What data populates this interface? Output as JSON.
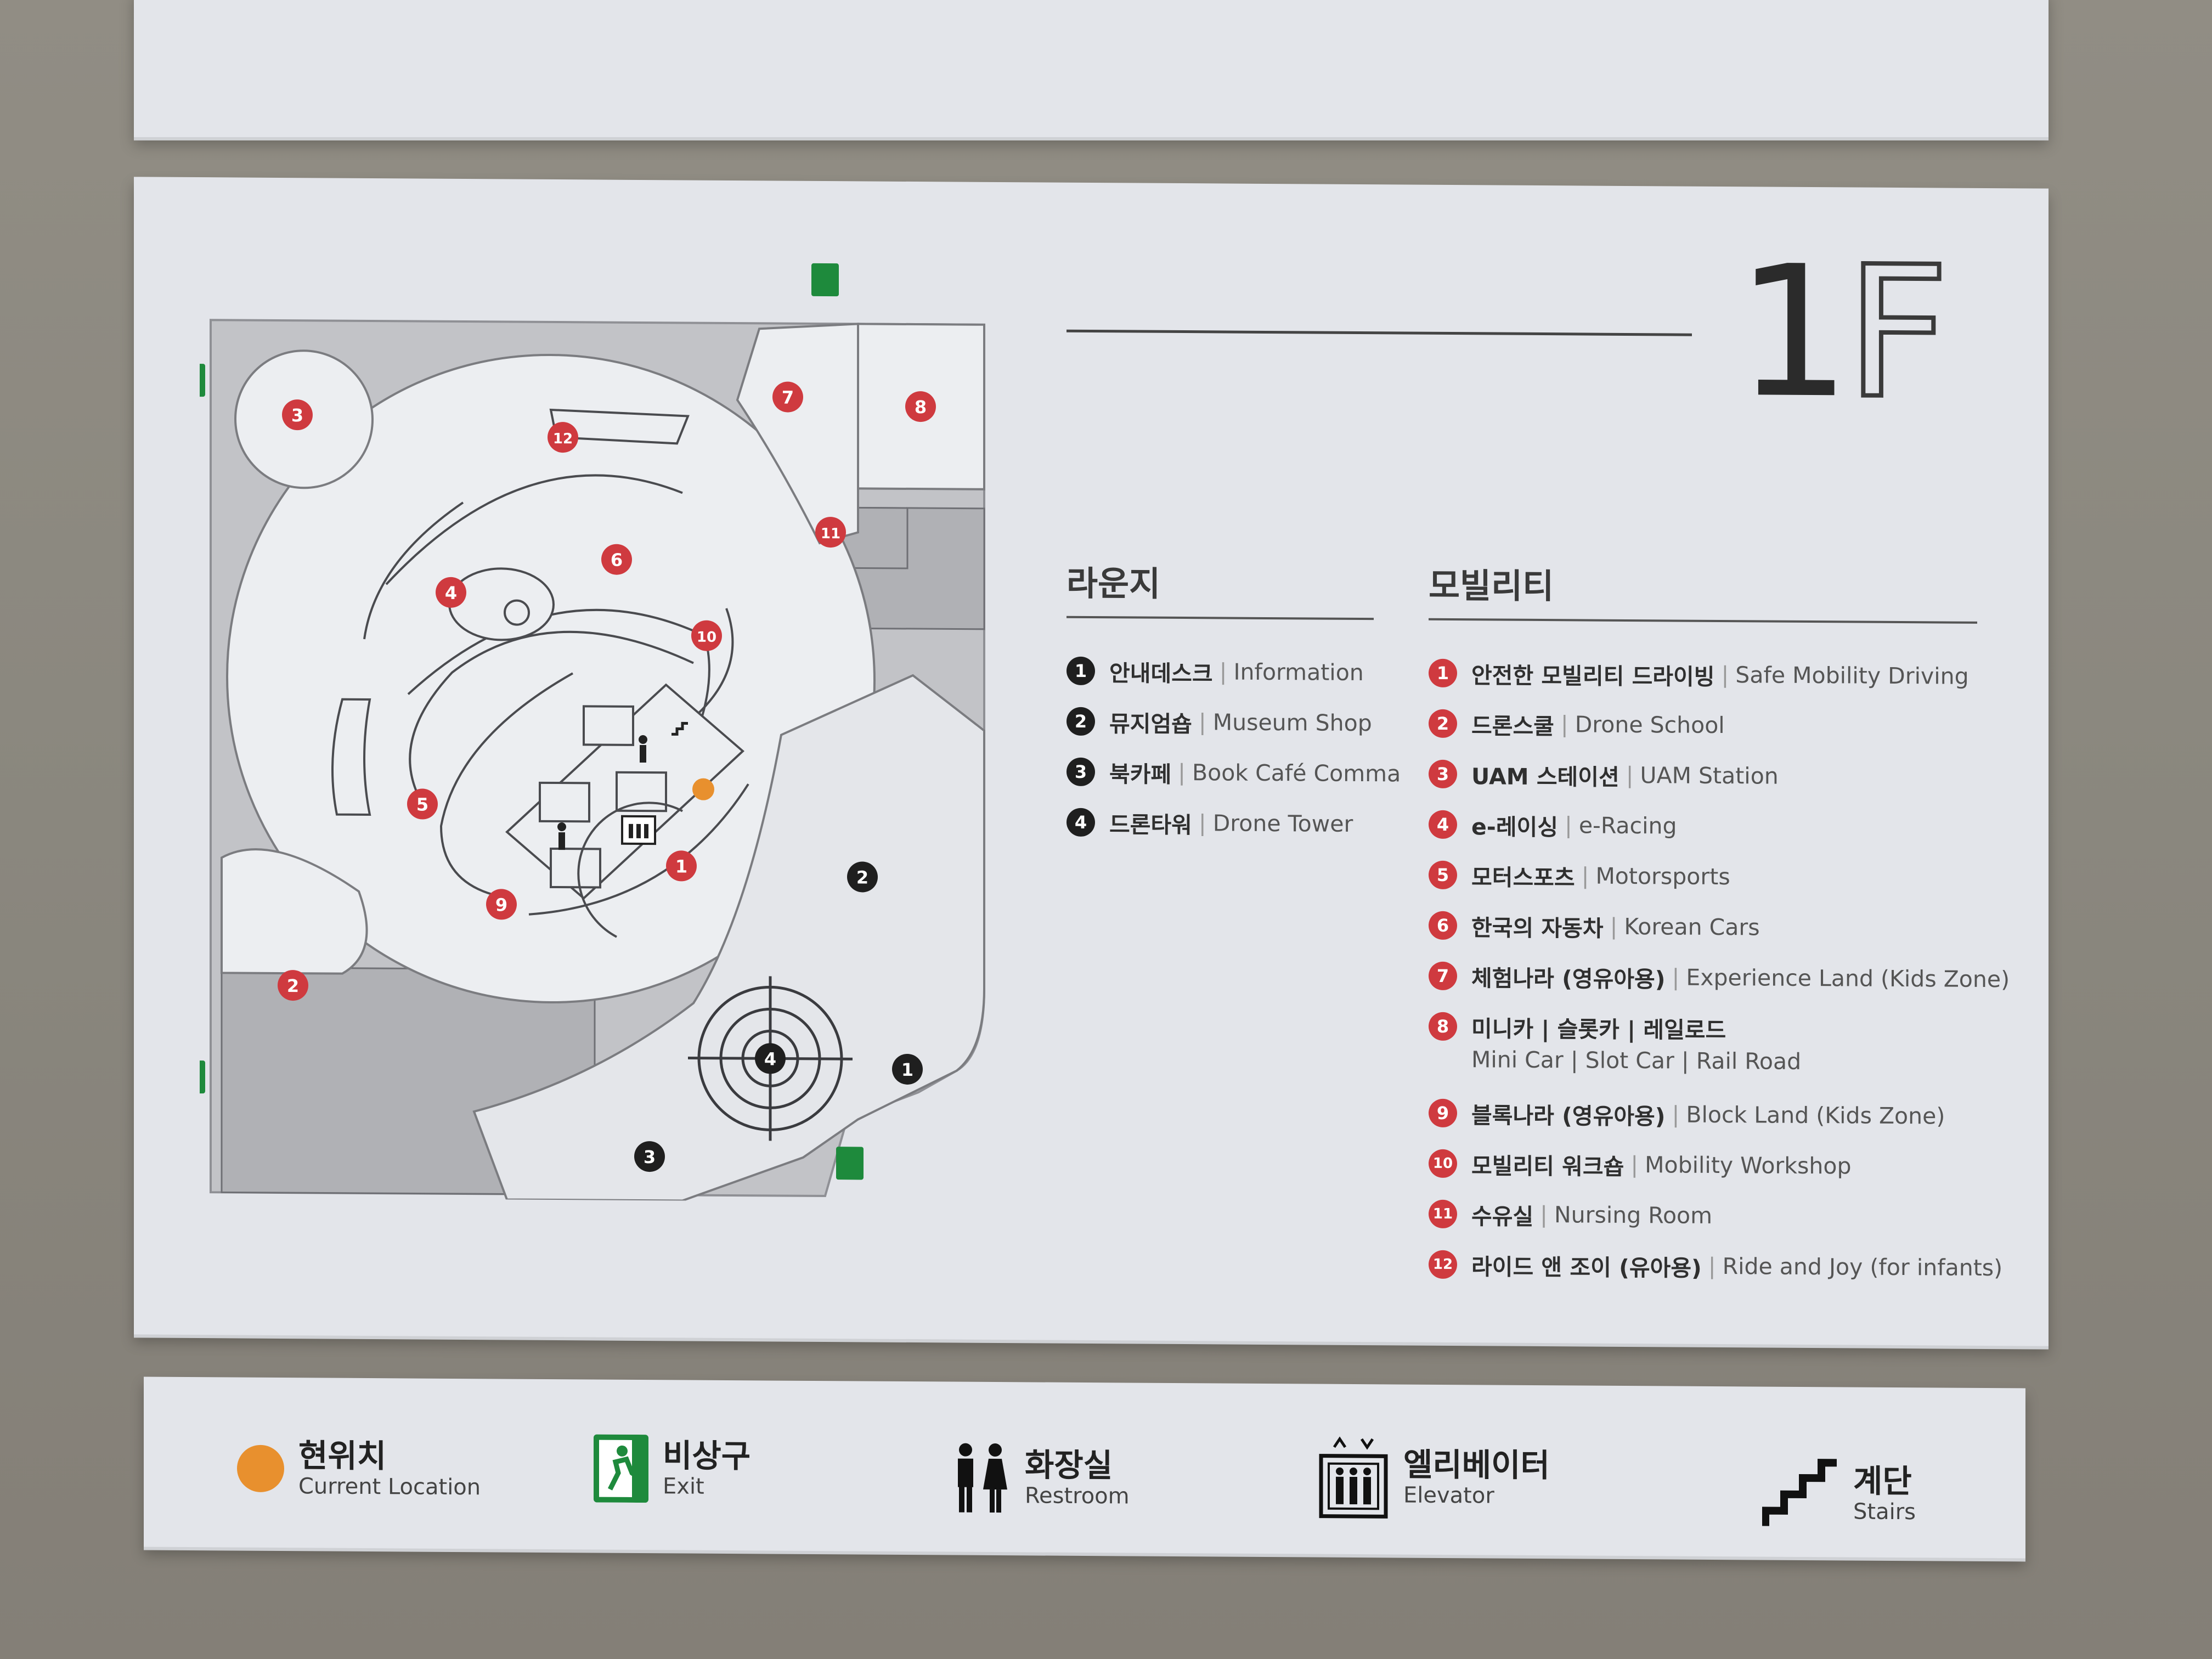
{
  "floor": {
    "number": "1",
    "letter": "F"
  },
  "lounge": {
    "title": "라운지",
    "items": [
      {
        "num": "1",
        "ko": "안내데스크",
        "en": "Information"
      },
      {
        "num": "2",
        "ko": "뮤지엄숍",
        "en": "Museum Shop"
      },
      {
        "num": "3",
        "ko": "북카페",
        "en": "Book Café Comma"
      },
      {
        "num": "4",
        "ko": "드론타워",
        "en": "Drone Tower"
      }
    ]
  },
  "mobility": {
    "title": "모빌리티",
    "items": [
      {
        "num": "1",
        "ko": "안전한 모빌리티 드라이빙",
        "en": "Safe Mobility Driving"
      },
      {
        "num": "2",
        "ko": "드론스쿨",
        "en": "Drone School"
      },
      {
        "num": "3",
        "ko": "UAM 스테이션",
        "en": "UAM Station"
      },
      {
        "num": "4",
        "ko": "e-레이싱",
        "en": "e-Racing"
      },
      {
        "num": "5",
        "ko": "모터스포츠",
        "en": "Motorsports"
      },
      {
        "num": "6",
        "ko": "한국의 자동차",
        "en": "Korean Cars"
      },
      {
        "num": "7",
        "ko": "체험나라 (영유아용)",
        "en": "Experience Land (Kids Zone)"
      },
      {
        "num": "8",
        "ko": "미니카 | 슬롯카 | 레일로드",
        "en": "",
        "sub": "Mini Car | Slot Car | Rail Road"
      },
      {
        "num": "9",
        "ko": "블록나라 (영유아용)",
        "en": "Block Land (Kids Zone)"
      },
      {
        "num": "10",
        "ko": "모빌리티 워크숍",
        "en": "Mobility Workshop"
      },
      {
        "num": "11",
        "ko": "수유실",
        "en": "Nursing Room"
      },
      {
        "num": "12",
        "ko": "라이드 앤 조이 (유아용)",
        "en": "Ride and Joy (for infants)"
      }
    ]
  },
  "legend": [
    {
      "icon": "current-location-dot",
      "ko": "현위치",
      "en": "Current Location"
    },
    {
      "icon": "exit-icon",
      "ko": "비상구",
      "en": "Exit"
    },
    {
      "icon": "restroom-icon",
      "ko": "화장실",
      "en": "Restroom"
    },
    {
      "icon": "elevator-icon",
      "ko": "엘리베이터",
      "en": "Elevator"
    },
    {
      "icon": "stairs-icon",
      "ko": "계단",
      "en": "Stairs"
    }
  ],
  "map_labels": {
    "dark": [
      "1",
      "2",
      "3",
      "4"
    ],
    "red": [
      "1",
      "2",
      "3",
      "4",
      "5",
      "6",
      "7",
      "8",
      "9",
      "10",
      "11",
      "12"
    ]
  },
  "colors": {
    "red_badge": "#cf3a3f",
    "dark_badge": "#1f1f1f",
    "current_location": "#e8902e",
    "exit_green": "#1e8a3c"
  }
}
